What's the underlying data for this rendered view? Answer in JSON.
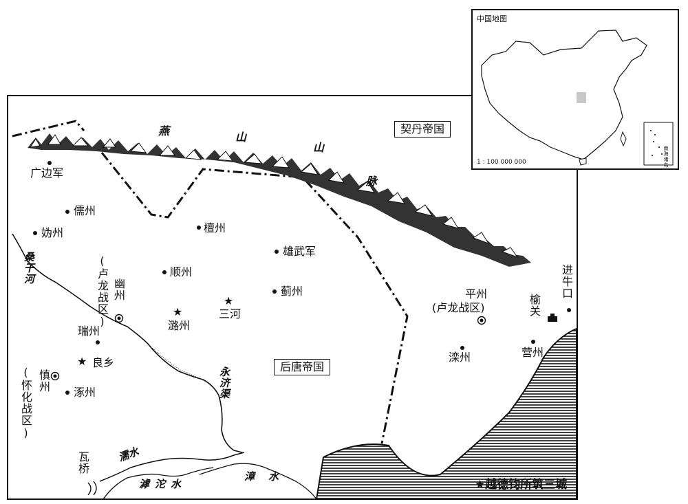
{
  "inset": {
    "title": "中国地图",
    "scale": "1 : 100 000 000",
    "south_sea_label": "南海诸岛"
  },
  "empires": {
    "khitan": "契丹帝国",
    "later_tang": "后唐帝国"
  },
  "mountains": {
    "chars": [
      "燕",
      "山",
      "山",
      "脉"
    ]
  },
  "cities": {
    "guangbianjun": "广边军",
    "ruzhou": "儒州",
    "guizhou": "妫州",
    "tanzhou": "檀州",
    "xiongwujun": "雄武军",
    "shunzhou": "顺州",
    "jizhou": "蓟州",
    "youzhou": "幽州",
    "lulong_war_zone_1": "(卢龙战区)",
    "sanhe": "三河",
    "luzhou": "潞州",
    "ruizhou": "瑞州",
    "liangxiang": "良乡",
    "zhuozhou": "涿州",
    "shenzhou": "慎州",
    "huaihua_war_zone": "(怀化战区)",
    "pingzhou": "平州",
    "lulong_war_zone_2": "(卢龙战区)",
    "luanzhou": "滦州",
    "yingzhou": "营州",
    "yuguan": "榆关",
    "jinniukou": "进牛口",
    "waqiao": "瓦桥"
  },
  "rivers": {
    "sanggan": "桑干河",
    "yongji": "永济渠",
    "ru": "濡水",
    "hutuo": "滹沱水",
    "zhang": "漳水"
  },
  "legend": {
    "symbol": "★",
    "text": "越德钧所筑三城"
  },
  "colors": {
    "ink": "#111111",
    "paper": "#ffffff",
    "china_highlight": "#c8c8c8"
  }
}
